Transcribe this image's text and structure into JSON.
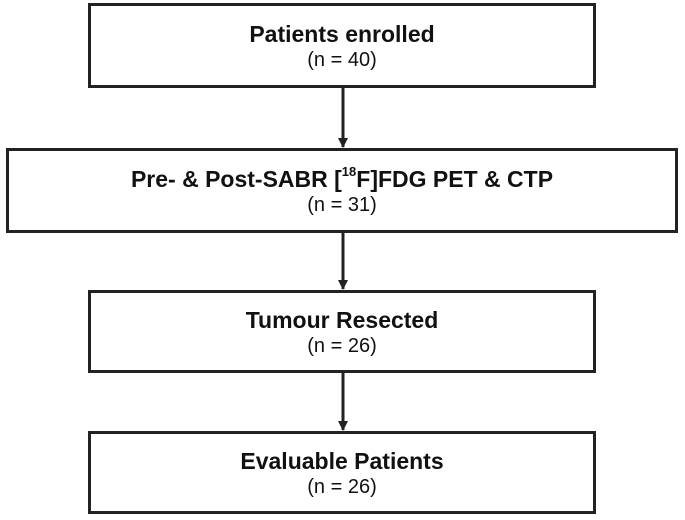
{
  "flowchart": {
    "steps": [
      {
        "title": "Patients enrolled",
        "count": "(n = 40)"
      },
      {
        "title_prefix": "Pre- & Post-SABR [",
        "title_sup": "18",
        "title_suffix": "F]FDG PET & CTP",
        "count": "(n = 31)"
      },
      {
        "title": "Tumour Resected",
        "count": "(n = 26)"
      },
      {
        "title": "Evaluable Patients",
        "count": "(n = 26)"
      }
    ]
  }
}
